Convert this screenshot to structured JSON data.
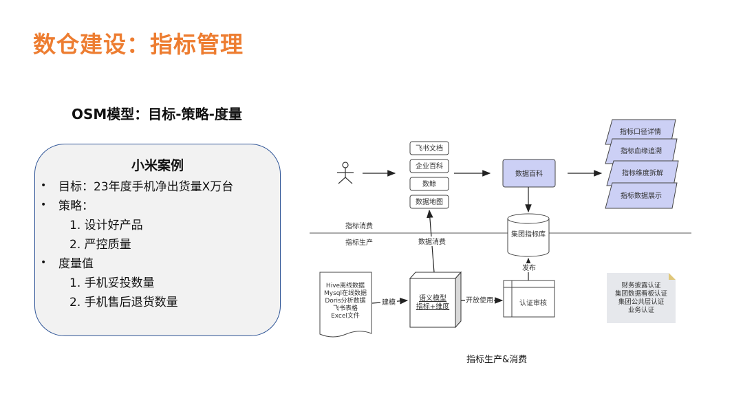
{
  "page_title": "数仓建设：指标管理",
  "subtitle": "OSM模型：目标-策略-度量",
  "case": {
    "title": "小米案例",
    "goal": "目标：23年度手机净出货量X万台",
    "strategy_label": "策略：",
    "strategies": [
      "1.  设计好产品",
      "2.  严控质量"
    ],
    "metric_label": "度量值",
    "metrics": [
      "1.  手机妥投数量",
      "2.  手机售后退货数量"
    ],
    "bullet": "•"
  },
  "diagram": {
    "consume_tools": [
      "飞书文档",
      "企业百科",
      "数鲸",
      "数据地图"
    ],
    "data_wiki": "数据百科",
    "outputs": [
      "指标口径详情",
      "指标血缘追溯",
      "指标维度拆解",
      "指标数据展示"
    ],
    "lane_consume": "指标消费",
    "lane_produce": "指标生产",
    "data_consume_label": "数据消费",
    "metric_db": "集团指标库",
    "publish_label": "发布",
    "sources": [
      "Hive离线数据",
      "Mysql在线数据",
      "Doris分析数据",
      "飞书表格",
      "Excel文件"
    ],
    "model_label": "建模",
    "semantic_model": [
      "语义模型",
      "指标+维度"
    ],
    "open_use_label": "开放使用",
    "review": "认证审核",
    "cert_note": [
      "财务披露认证",
      "集团数据看板认证",
      "集团公共层认证",
      "业务认证"
    ],
    "caption": "指标生产&消费"
  },
  "colors": {
    "title": "#ed7d31",
    "box_fill": "#ccd0f5",
    "note_fill": "#e6e8ec",
    "note_fold": "#e0c77a",
    "case_border": "#2f5597"
  }
}
